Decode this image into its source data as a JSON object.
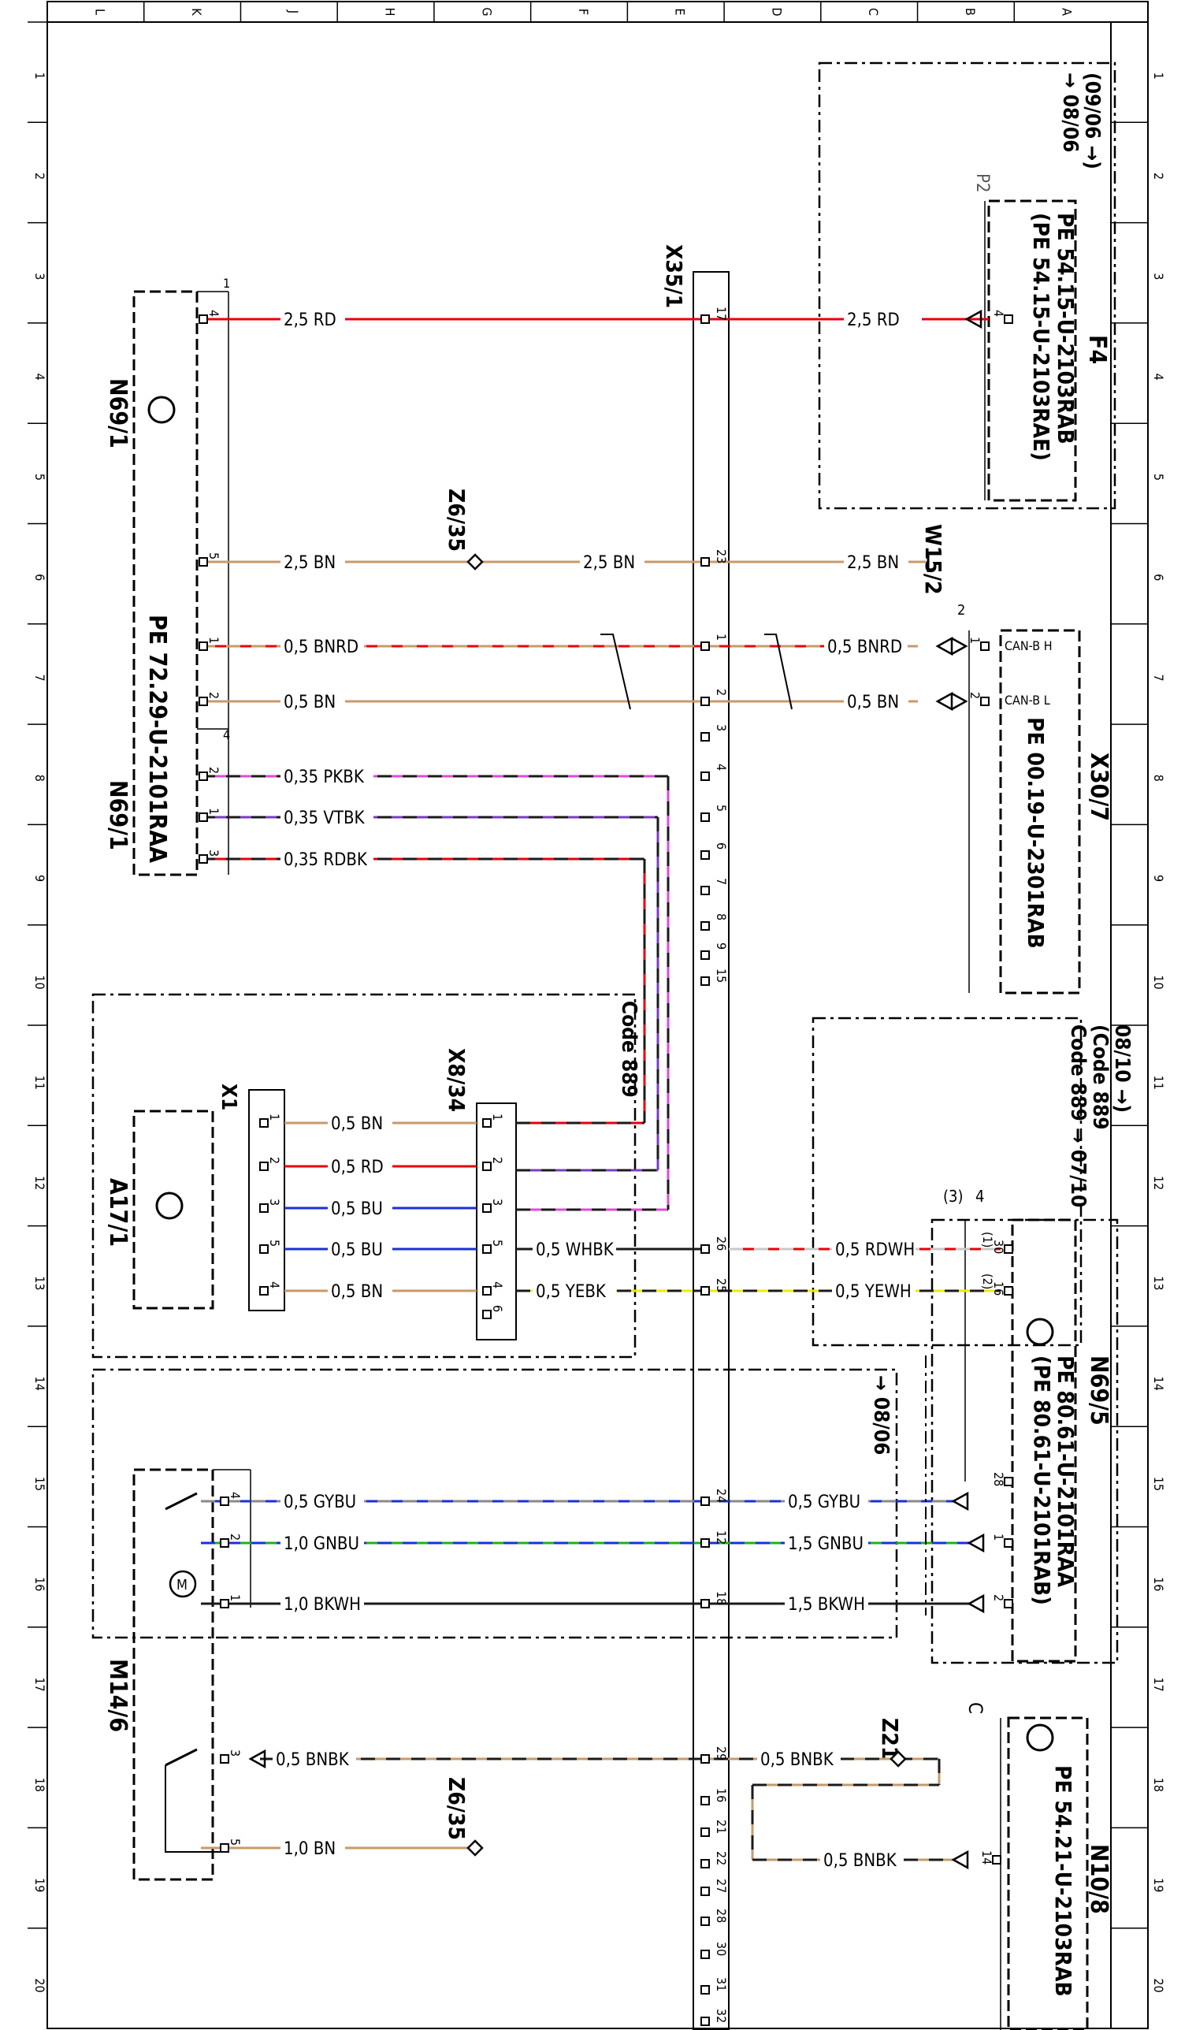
{
  "grid": {
    "columns": [
      "L",
      "K",
      "J",
      "H",
      "G",
      "F",
      "E",
      "D",
      "C",
      "B",
      "A"
    ],
    "rows": [
      "1",
      "2",
      "3",
      "4",
      "5",
      "6",
      "7",
      "8",
      "9",
      "10",
      "11",
      "12",
      "13",
      "14",
      "15",
      "16",
      "17",
      "18",
      "19",
      "20"
    ]
  },
  "boxes": {
    "top_right_note": "→ 08/06\n(09/06 →)",
    "code889_left": "Code 889",
    "code889_right": "Code 889 → 07/10\n(Code 889\n08/10 →)",
    "box_0806_note": "→ 08/06"
  },
  "components": {
    "F4": {
      "name": "F4",
      "pe1": "PE 54.15-U-2103RAB",
      "pe2": "(PE 54.15-U-2103RAE)",
      "p2": "P2",
      "pin": "4"
    },
    "N69_1": {
      "name_top": "N69/1",
      "name_bottom": "N69/1",
      "pe": "PE 72.29-U-2101RAA",
      "conn_top": "1",
      "conn_bottom": "4",
      "pins": [
        "4",
        "5",
        "1",
        "2",
        "2",
        "1",
        "3"
      ]
    },
    "X35_1": {
      "name": "X35/1",
      "pins": [
        "17",
        "23",
        "1",
        "2",
        "3",
        "4",
        "5",
        "6",
        "7",
        "8",
        "9",
        "15",
        "26",
        "25",
        "24",
        "12",
        "18",
        "29",
        "16",
        "21",
        "22",
        "27",
        "28",
        "30",
        "31",
        "32"
      ]
    },
    "X30_7": {
      "name": "X30/7",
      "pe": "PE 00.19-U-2301RAB",
      "conn": "2",
      "pin1": "1",
      "pin2": "2",
      "label_h": "CAN-B H",
      "label_l": "CAN-B L"
    },
    "W15_2": {
      "name": "W15/2"
    },
    "Z6_35_top": {
      "name": "Z6/35"
    },
    "Z6_35_bottom": {
      "name": "Z6/35"
    },
    "Z21": {
      "name": "Z21"
    },
    "X8_34": {
      "name": "X8/34",
      "pins": [
        "1",
        "2",
        "3",
        "5",
        "4",
        "6"
      ]
    },
    "A17_1": {
      "name": "A17/1",
      "conn": "X1",
      "pins": [
        "1",
        "2",
        "3",
        "5",
        "4"
      ]
    },
    "N69_5": {
      "name": "N69/5",
      "pe1": "PE 80.61-U-2101RAA",
      "pe2": "(PE 80.61-U-2101RAB)",
      "conn1": "4",
      "conn1b": "(3)",
      "pins": [
        "30",
        "16",
        "28",
        "1",
        "2"
      ],
      "pins_alt": [
        "(1)",
        "(2)"
      ],
      "conn2": "1"
    },
    "M14_6": {
      "name": "M14/6",
      "pins": [
        "4",
        "2",
        "1",
        "3",
        "5"
      ],
      "motor": "M"
    },
    "N10_8": {
      "name": "N10/8",
      "pe": "PE 54.21-U-2103RAB",
      "conn": "C",
      "pin": "14"
    }
  },
  "wire_labels": {
    "w1a": "2,5 RD",
    "w1b": "2,5 RD",
    "w2a": "2,5 BN",
    "w2b": "2,5 BN",
    "w2c": "2,5 BN",
    "w3a": "0,5 BNRD",
    "w3b": "0,5 BNRD",
    "w4a": "0,5 BN",
    "w4b": "0,5 BN",
    "w5": "0,35 PKBK",
    "w6": "0,35 VTBK",
    "w7": "0,35 RDBK",
    "x1": "0,5 BN",
    "x2": "0,5 RD",
    "x3": "0,5 BU",
    "x4": "0,5 BU",
    "x5": "0,5 BN",
    "w8a": "0,5 WHBK",
    "w8b": "0,5 RDWH",
    "w9a": "0,5 YEBK",
    "w9b": "0,5 YEWH",
    "w10a": "0,5 GYBU",
    "w10b": "0,5 GYBU",
    "w11a": "1,0 GNBU",
    "w11b": "1,5 GNBU",
    "w12a": "1,0 BKWH",
    "w12b": "1,5 BKWH",
    "w13a": "0,5 BNBK",
    "w13b": "0,5 BNBK",
    "w13c": "0,5 BNBK",
    "w14": "1,0 BN"
  },
  "colors": {
    "RD": "#e8000b",
    "BN": "#c89a6a",
    "BK": "#1a1a1a",
    "BU": "#1c2fd8",
    "PK": "#e04ad8",
    "VT": "#7a3cc8",
    "WH": "#c8c8c8",
    "YE": "#f2ea00",
    "GY": "#8a8a8a",
    "GN": "#18b418",
    "frame": "#000000"
  }
}
